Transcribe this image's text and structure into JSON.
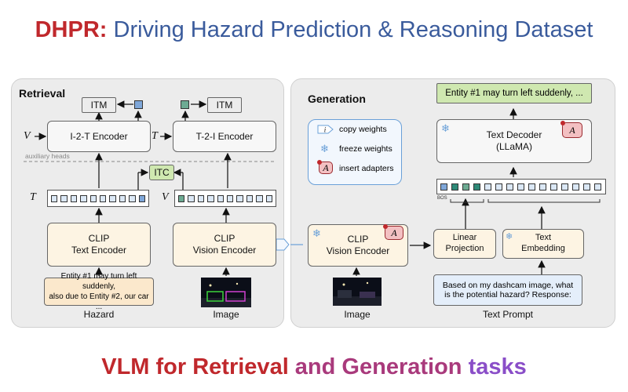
{
  "title": {
    "acronym": "DHPR",
    "colon": ":",
    "rest": " Driving Hazard Prediction & Reasoning Dataset"
  },
  "bottom_title": {
    "part1": "VLM for Retrieval",
    "part2": " and Generation",
    "part3": " tasks"
  },
  "retrieval": {
    "panel_title": "Retrieval",
    "itm_left": "ITM",
    "itm_right": "ITM",
    "i2t_encoder": "I-2-T Encoder",
    "t2i_encoder": "T-2-I Encoder",
    "aux_heads": "auxiliary heads",
    "itc": "ITC",
    "var_V_top": "V",
    "var_T_top": "T",
    "var_T": "T",
    "var_V": "V",
    "clip_text_line1": "CLIP",
    "clip_text_line2": "Text Encoder",
    "clip_vision_line1": "CLIP",
    "clip_vision_line2": "Vision Encoder",
    "hazard_text_line1": "Entity #1 may turn left suddenly,",
    "hazard_text_line2": "also due to Entity #2, our car ...",
    "hazard_label": "Hazard",
    "image_label": "Image"
  },
  "generation": {
    "panel_title": "Generation",
    "legend": {
      "copy": "copy weights",
      "freeze": "freeze weights",
      "insert": "insert adapters",
      "copy_glyph": "i",
      "adapter_glyph": "A"
    },
    "output_text": "Entity #1 may turn left suddenly, ...",
    "decoder_line1": "Text Decoder",
    "decoder_line2": "(LLaMA)",
    "bos": "BOS",
    "clip_vision_line1": "CLIP",
    "clip_vision_line2": "Vision Encoder",
    "linear_line1": "Linear",
    "linear_line2": "Projection",
    "text_emb_line1": "Text",
    "text_emb_line2": "Embedding",
    "prompt_line1": "Based on my dashcam image, what",
    "prompt_line2": "is the potential hazard? Response:",
    "image_label": "Image",
    "prompt_label": "Text Prompt"
  },
  "colors": {
    "title_red": "#c0282c",
    "title_blue": "#3a5b9c",
    "accent_green": "#cfe8b0",
    "token_blue": "#7fa7d9",
    "token_teal": "#2e8a78",
    "adapter_pink": "#f3c0c2"
  },
  "icons": [
    "snowflake-icon",
    "copy-weights-icon",
    "adapter-icon",
    "arrow-icon"
  ]
}
